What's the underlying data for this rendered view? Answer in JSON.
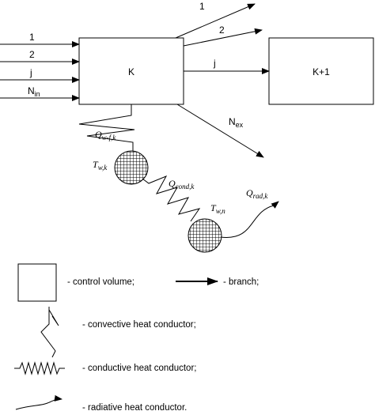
{
  "nodes": {
    "k": "K",
    "k_plus_1": "K+1"
  },
  "inflows": [
    "1",
    "2",
    "j",
    "N"
  ],
  "inflow_last_sub": "in",
  "outflows": [
    "1",
    "2",
    "j",
    "N"
  ],
  "outflow_last_sub": "ex",
  "symbols": {
    "q_wf": {
      "base": "Q",
      "sub": "w-f,k"
    },
    "tw_k": {
      "base": "T",
      "sub": "w,k"
    },
    "q_cond": {
      "base": "Q",
      "sub": "cond,k"
    },
    "tw_n": {
      "base": "T",
      "sub": "w,n"
    },
    "q_rad": {
      "base": "Q",
      "sub": "rad,k"
    }
  },
  "legend": {
    "control_volume": "- control volume;",
    "branch": "- branch;",
    "convective": "- convective heat conductor;",
    "conductive": "- conductive heat conductor;",
    "radiative": "- radiative heat conductor."
  }
}
